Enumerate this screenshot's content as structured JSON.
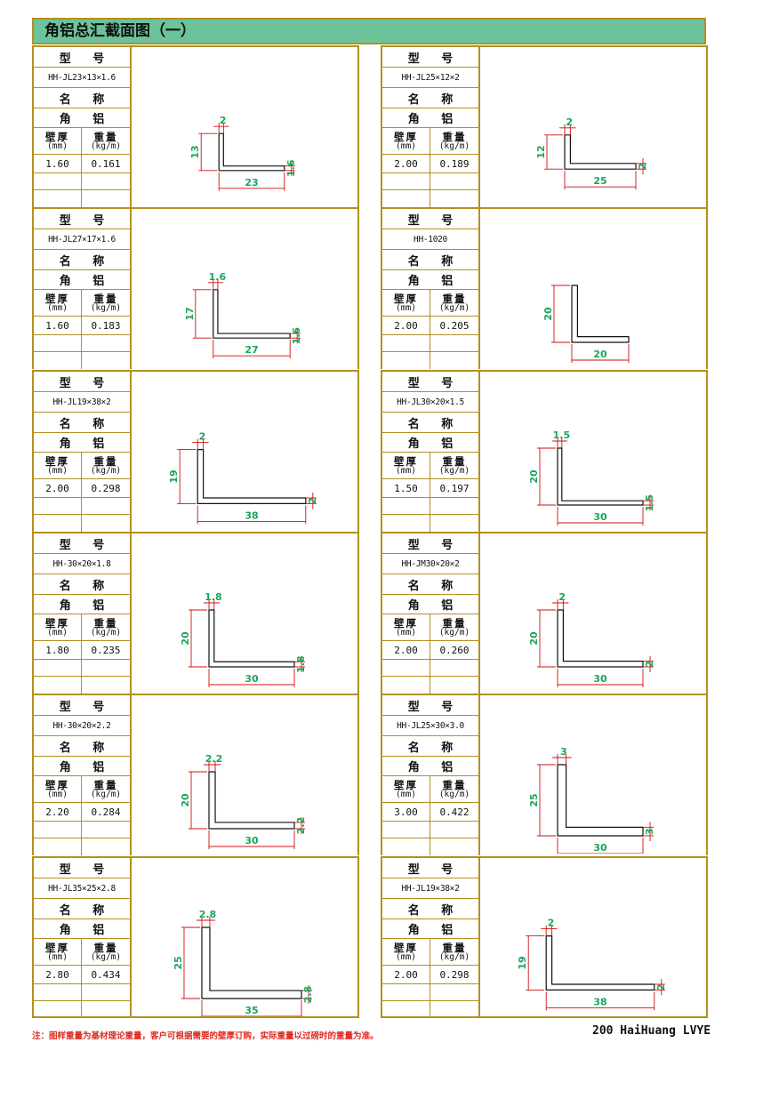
{
  "title": "角铝总汇截面图（一）",
  "labels": {
    "model": "型  号",
    "name": "名  称",
    "product": "角  铝",
    "thickness": "壁厚",
    "thickness_unit": "(mm)",
    "weight": "重量",
    "weight_unit": "(kg/m)"
  },
  "colors": {
    "border": "#b39020",
    "header": "#6cc39a",
    "dimension_line": "#d01010",
    "dimension_text": "#1aa55a",
    "note": "#e0281f"
  },
  "profiles": [
    {
      "code": "HH-JL23×13×1.6",
      "thickness": "1.60",
      "weight": "0.161",
      "leg_h": 23,
      "leg_v": 13,
      "t": 1.6,
      "labels": {
        "h": "23",
        "v": "13",
        "tv": "2",
        "th": "1.6"
      }
    },
    {
      "code": "HH-JL25×12×2",
      "thickness": "2.00",
      "weight": "0.189",
      "leg_h": 25,
      "leg_v": 12,
      "t": 2,
      "labels": {
        "h": "25",
        "v": "12",
        "tv": "2",
        "th": "2"
      }
    },
    {
      "code": "HH-JL27×17×1.6",
      "thickness": "1.60",
      "weight": "0.183",
      "leg_h": 27,
      "leg_v": 17,
      "t": 1.6,
      "labels": {
        "h": "27",
        "v": "17",
        "tv": "1.6",
        "th": "1.6"
      }
    },
    {
      "code": "HH-1020",
      "thickness": "2.00",
      "weight": "0.205",
      "leg_h": 20,
      "leg_v": 20,
      "t": 2,
      "labels": {
        "h": "20",
        "v": "20",
        "tv": "",
        "th": ""
      }
    },
    {
      "code": "HH-JL19×38×2",
      "thickness": "2.00",
      "weight": "0.298",
      "leg_h": 38,
      "leg_v": 19,
      "t": 2,
      "labels": {
        "h": "38",
        "v": "19",
        "tv": "2",
        "th": "2"
      }
    },
    {
      "code": "HH-JL30×20×1.5",
      "thickness": "1.50",
      "weight": "0.197",
      "leg_h": 30,
      "leg_v": 20,
      "t": 1.5,
      "labels": {
        "h": "30",
        "v": "20",
        "tv": "1.5",
        "th": "1.5"
      }
    },
    {
      "code": "HH-30×20×1.8",
      "thickness": "1.80",
      "weight": "0.235",
      "leg_h": 30,
      "leg_v": 20,
      "t": 1.8,
      "labels": {
        "h": "30",
        "v": "20",
        "tv": "1.8",
        "th": "1.8"
      }
    },
    {
      "code": "HH-JM30×20×2",
      "thickness": "2.00",
      "weight": "0.260",
      "leg_h": 30,
      "leg_v": 20,
      "t": 2,
      "labels": {
        "h": "30",
        "v": "20",
        "tv": "2",
        "th": "2"
      }
    },
    {
      "code": "HH-30×20×2.2",
      "thickness": "2.20",
      "weight": "0.284",
      "leg_h": 30,
      "leg_v": 20,
      "t": 2.2,
      "labels": {
        "h": "30",
        "v": "20",
        "tv": "2.2",
        "th": "2.2"
      }
    },
    {
      "code": "HH-JL25×30×3.0",
      "thickness": "3.00",
      "weight": "0.422",
      "leg_h": 30,
      "leg_v": 25,
      "t": 3,
      "labels": {
        "h": "30",
        "v": "25",
        "tv": "3",
        "th": "3"
      }
    },
    {
      "code": "HH-JL35×25×2.8",
      "thickness": "2.80",
      "weight": "0.434",
      "leg_h": 35,
      "leg_v": 25,
      "t": 2.8,
      "labels": {
        "h": "35",
        "v": "25",
        "tv": "2.8",
        "th": "2.8"
      }
    },
    {
      "code": "HH-JL19×38×2",
      "thickness": "2.00",
      "weight": "0.298",
      "leg_h": 38,
      "leg_v": 19,
      "t": 2,
      "labels": {
        "h": "38",
        "v": "19",
        "tv": "2",
        "th": "2"
      }
    }
  ],
  "note": "注：图样重量为基材理论重量，客户可根据需要的壁厚订购，实际重量以过磅时的重量为准。",
  "brand": "200 HaiHuang LVYE"
}
